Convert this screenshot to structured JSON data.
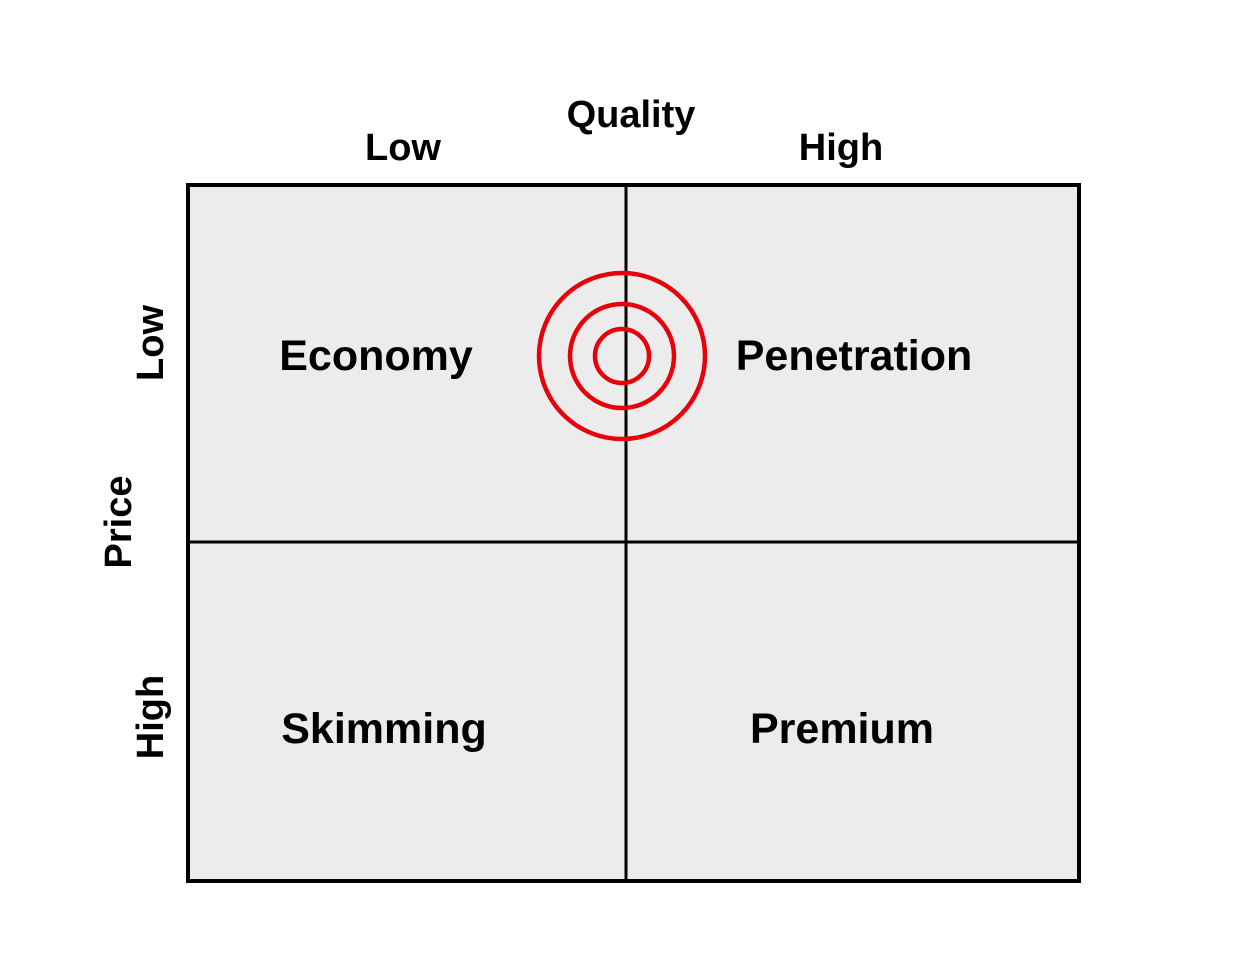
{
  "axes": {
    "quality": {
      "title": "Quality",
      "low_label": "Low",
      "high_label": "High"
    },
    "price": {
      "title": "Price",
      "low_label": "Low",
      "high_label": "High"
    }
  },
  "quadrants": {
    "low_price_low_quality": "Economy",
    "low_price_high_quality": "Penetration",
    "high_price_low_quality": "Skimming",
    "high_price_high_quality": "Premium"
  },
  "target_marker": {
    "icon": "target-icon",
    "color": "#e8000b"
  },
  "colors": {
    "cell_fill": "#ececec",
    "border": "#000000"
  }
}
